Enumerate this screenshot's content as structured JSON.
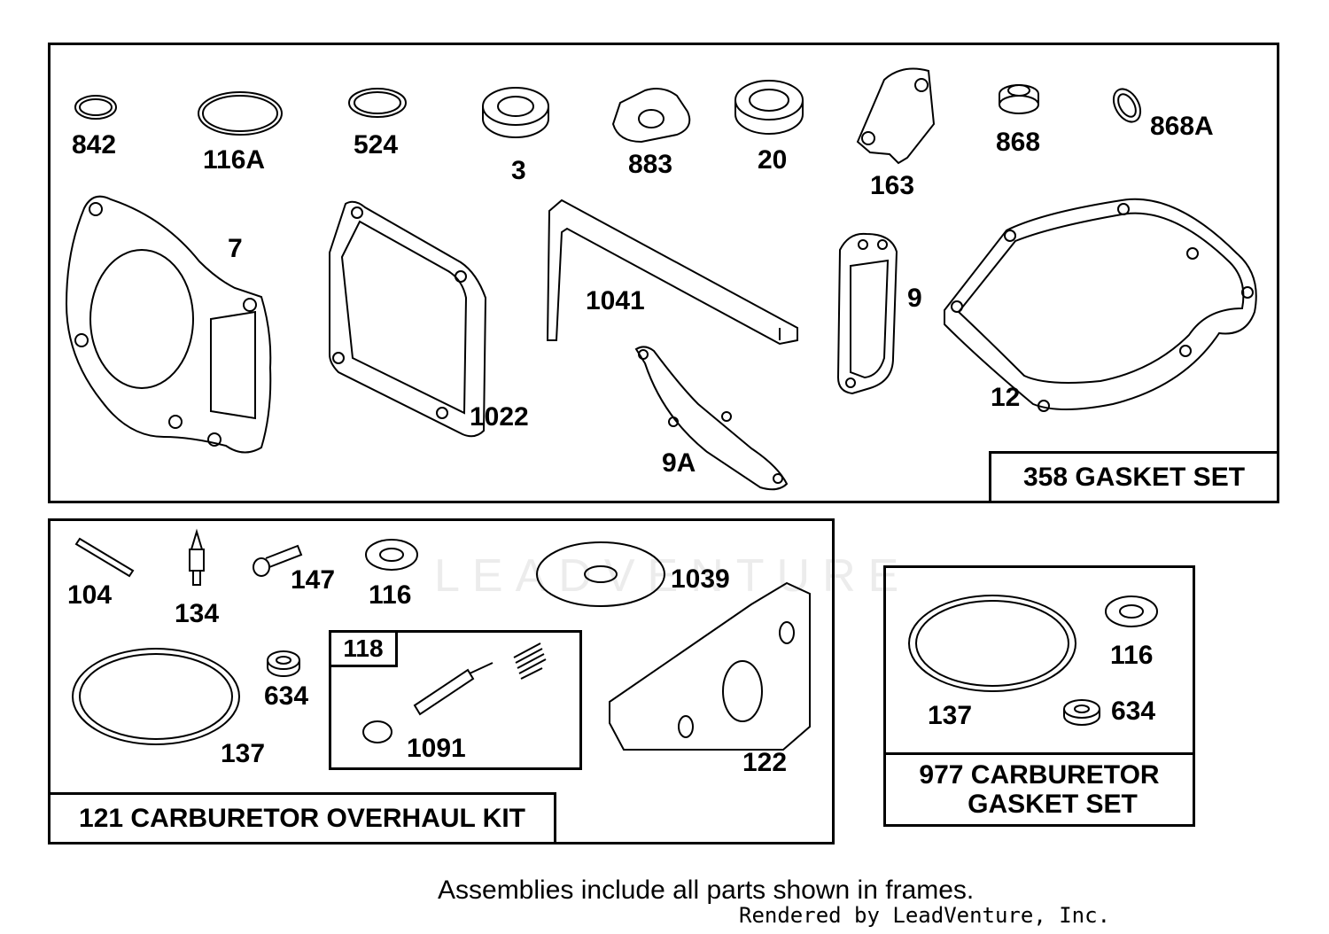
{
  "gasket_set": {
    "title": "358 GASKET SET",
    "parts": {
      "p842": "842",
      "p116A": "116A",
      "p524": "524",
      "p3": "3",
      "p883": "883",
      "p20": "20",
      "p163": "163",
      "p868": "868",
      "p868A": "868A",
      "p7": "7",
      "p1041": "1041",
      "p9": "9",
      "p1022": "1022",
      "p12": "12",
      "p9A": "9A"
    }
  },
  "overhaul_kit": {
    "title": "121 CARBURETOR OVERHAUL KIT",
    "parts": {
      "p104": "104",
      "p134": "134",
      "p147": "147",
      "p116": "116",
      "p1039": "1039",
      "p634": "634",
      "p137": "137",
      "p122": "122"
    },
    "subassembly": {
      "title": "118",
      "part": "1091"
    }
  },
  "carb_gasket_set": {
    "title_line1": "977 CARBURETOR",
    "title_line2": "GASKET SET",
    "parts": {
      "p116": "116",
      "p137": "137",
      "p634": "634"
    }
  },
  "watermark": "LEADVENTURE",
  "footer": {
    "note": "Assemblies include all parts shown in frames.",
    "credit": "Rendered by LeadVenture, Inc."
  }
}
